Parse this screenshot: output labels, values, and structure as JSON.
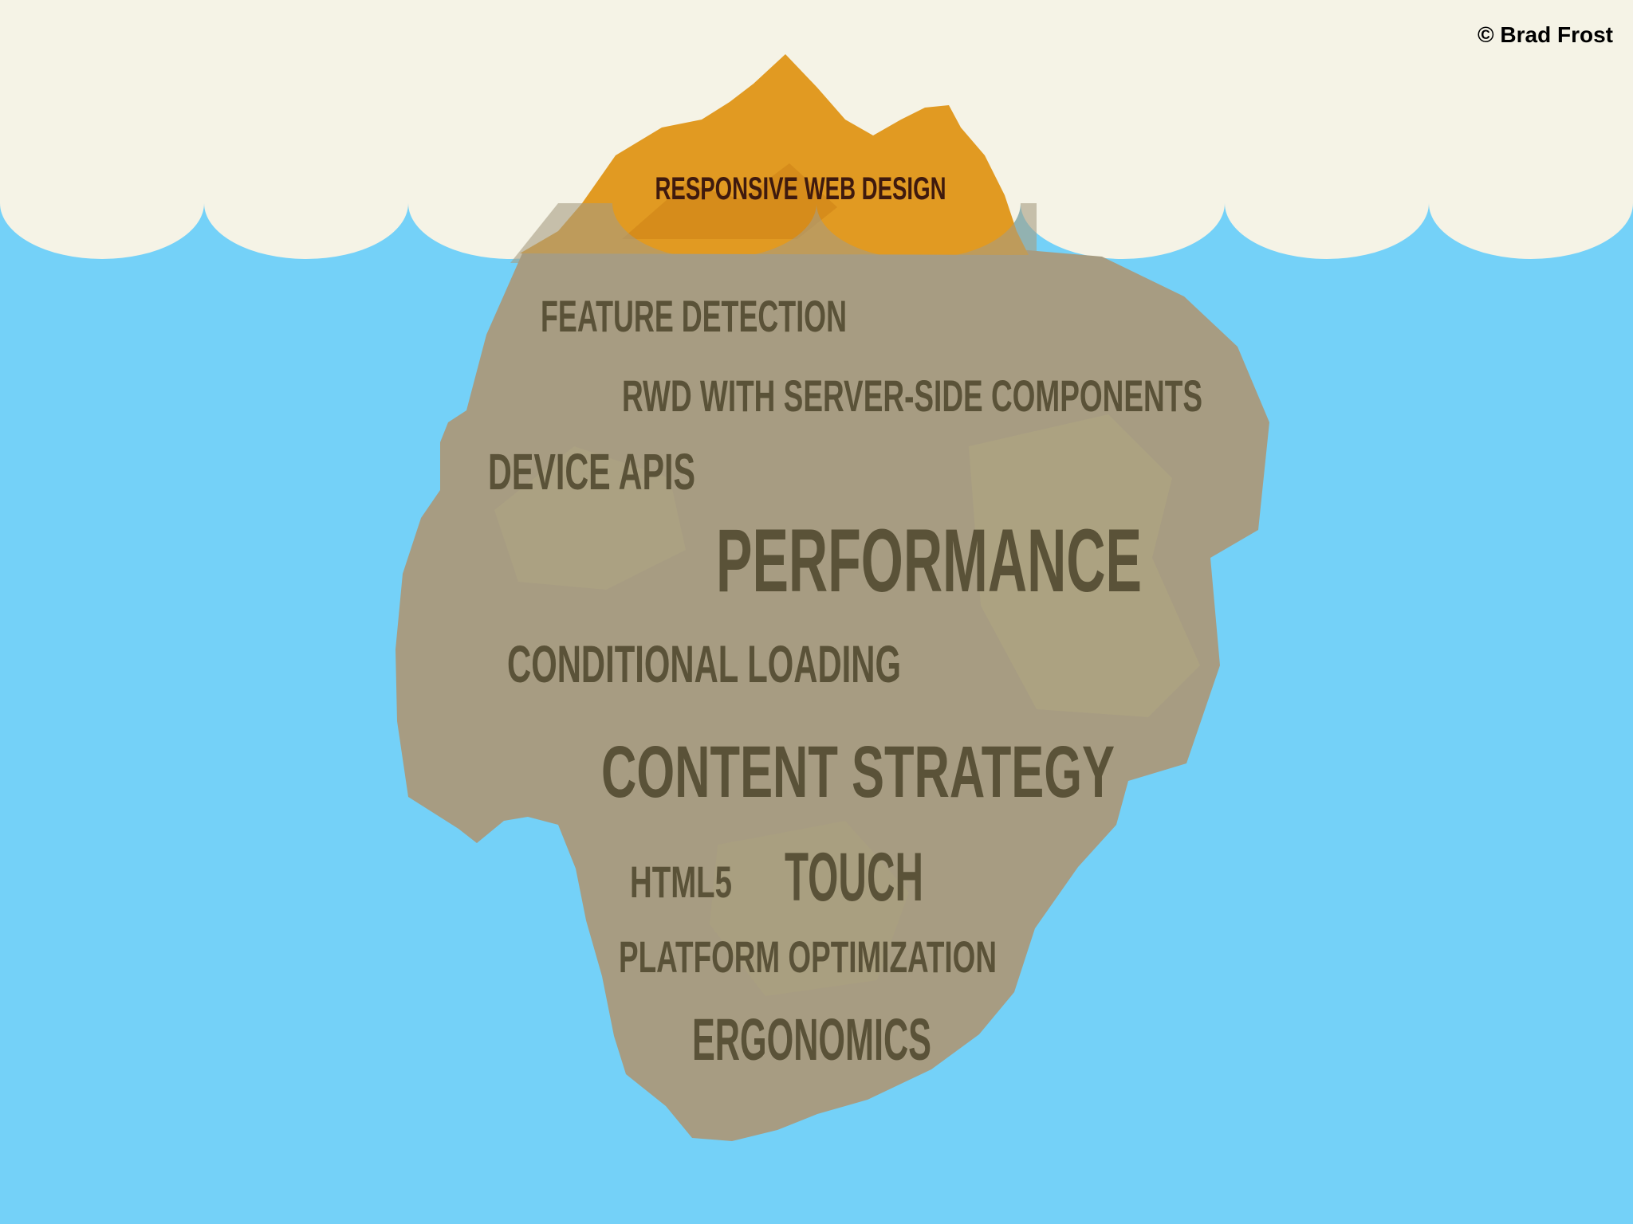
{
  "credit": "© Brad Frost",
  "tip_label": "RESPONSIVE WEB DESIGN",
  "underwater_terms": {
    "feature_detection": "FEATURE DETECTION",
    "rwd_server": "RWD WITH SERVER-SIDE COMPONENTS",
    "device_apis": "DEVICE APIS",
    "performance": "PERFORMANCE",
    "conditional_loading": "CONDITIONAL LOADING",
    "content_strategy": "CONTENT STRATEGY",
    "html5": "HTML5",
    "touch": "TOUCH",
    "platform_optimization": "PLATFORM OPTIMIZATION",
    "ergonomics": "ERGONOMICS"
  },
  "colors": {
    "sky": "#f5f3e6",
    "water": "#74d1f8",
    "iceberg_tip": "#e19a22",
    "iceberg_submerged": "#a79c82",
    "tip_text": "#3f1a0e",
    "submerged_text": "#5a5238",
    "credit_text": "#000000"
  }
}
